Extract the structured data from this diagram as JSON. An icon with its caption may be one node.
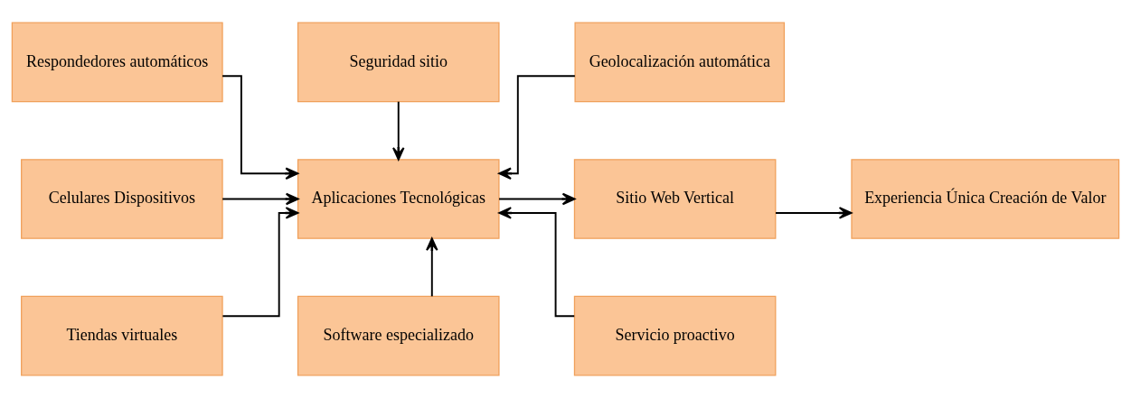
{
  "diagram": {
    "nodes": [
      {
        "text": [
          "Respondedores automáticos"
        ]
      },
      {
        "text": [
          "Seguridad sitio"
        ]
      },
      {
        "text": [
          "Geolocalización automática"
        ]
      },
      {
        "text": [
          "Celulares Dispositivos"
        ]
      },
      {
        "text": [
          "Aplicaciones Tecnológicas"
        ]
      },
      {
        "text": [
          "Sitio Web Vertical"
        ]
      },
      {
        "text": [
          "Experiencia Única Creación de Valor"
        ]
      },
      {
        "text": [
          "Tiendas virtuales"
        ]
      },
      {
        "text": [
          "Software especializado"
        ]
      },
      {
        "text": [
          "Servicio proactivo"
        ]
      }
    ],
    "edges": [
      {
        "from": 0,
        "to": 4,
        "arrow": "to"
      },
      {
        "from": 1,
        "to": 4,
        "arrow": "to"
      },
      {
        "from": 2,
        "to": 4,
        "arrow": "to"
      },
      {
        "from": 3,
        "to": 4,
        "arrow": "to"
      },
      {
        "from": 4,
        "to": 5,
        "arrow": "to"
      },
      {
        "from": 5,
        "to": 6,
        "arrow": "to"
      },
      {
        "from": 7,
        "to": 4,
        "arrow": "to"
      },
      {
        "from": 8,
        "to": 4,
        "arrow": "to"
      },
      {
        "from": 9,
        "to": 4,
        "arrow": "to"
      }
    ]
  }
}
